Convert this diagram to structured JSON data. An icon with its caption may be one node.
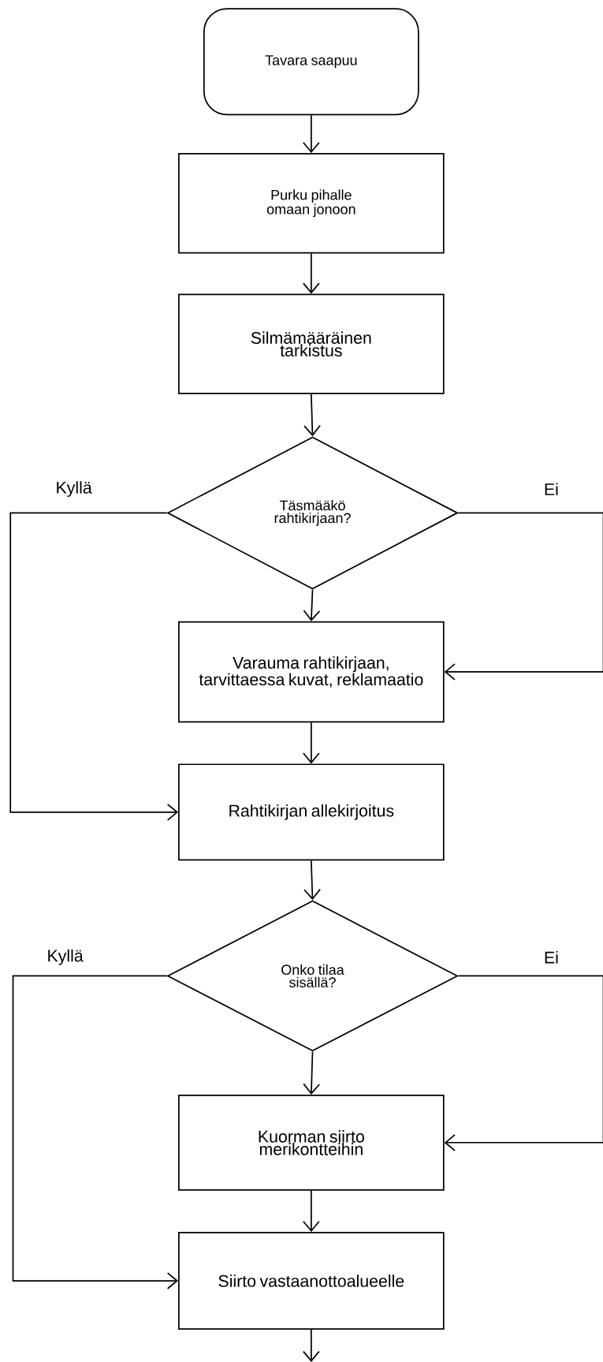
{
  "diagram": {
    "nodes": [
      {
        "text": [
          "Tavara saapuu"
        ]
      },
      {
        "text": [
          "Purku pihalle omaan jonoon"
        ]
      },
      {
        "text": [
          "Silmämääräinen tarkistus"
        ]
      },
      {
        "text": [
          "Täsmääkö rahtikirjaan?"
        ]
      },
      {
        "text": [
          "Varauma rahtikirjaan, tarvittaessa kuvat, reklamaatio"
        ]
      },
      {
        "text": [
          "Rahtikirjan allekirjoitus"
        ]
      },
      {
        "text": [
          "Onko tilaa sisällä?"
        ]
      },
      {
        "text": [
          "Kuorman siirto merikontteihin"
        ]
      },
      {
        "text": [
          "Siirto vastaanottoalueelle"
        ]
      }
    ],
    "edges": [
      {
        "from": 0,
        "to": 1,
        "arrow": "to"
      },
      {
        "from": 1,
        "to": 2,
        "arrow": "to"
      },
      {
        "from": 2,
        "to": 3,
        "arrow": "to"
      },
      {
        "from": 3,
        "to": 4,
        "arrow": "to"
      },
      {
        "from": 3,
        "to": 5,
        "arrow": "to",
        "label": "Kyllä"
      },
      {
        "from": 3,
        "to": 4,
        "arrow": "to",
        "label": "Ei"
      },
      {
        "from": 4,
        "to": 5,
        "arrow": "to"
      },
      {
        "from": 5,
        "to": 6,
        "arrow": "to"
      },
      {
        "from": 6,
        "to": 7,
        "arrow": "to"
      },
      {
        "from": 6,
        "to": 8,
        "arrow": "to",
        "label": "Kyllä"
      },
      {
        "from": 6,
        "to": 7,
        "arrow": "to",
        "label": "Ei"
      },
      {
        "from": 7,
        "to": 8,
        "arrow": "to"
      },
      {
        "from": 8,
        "to": null,
        "arrow": "to"
      }
    ]
  }
}
